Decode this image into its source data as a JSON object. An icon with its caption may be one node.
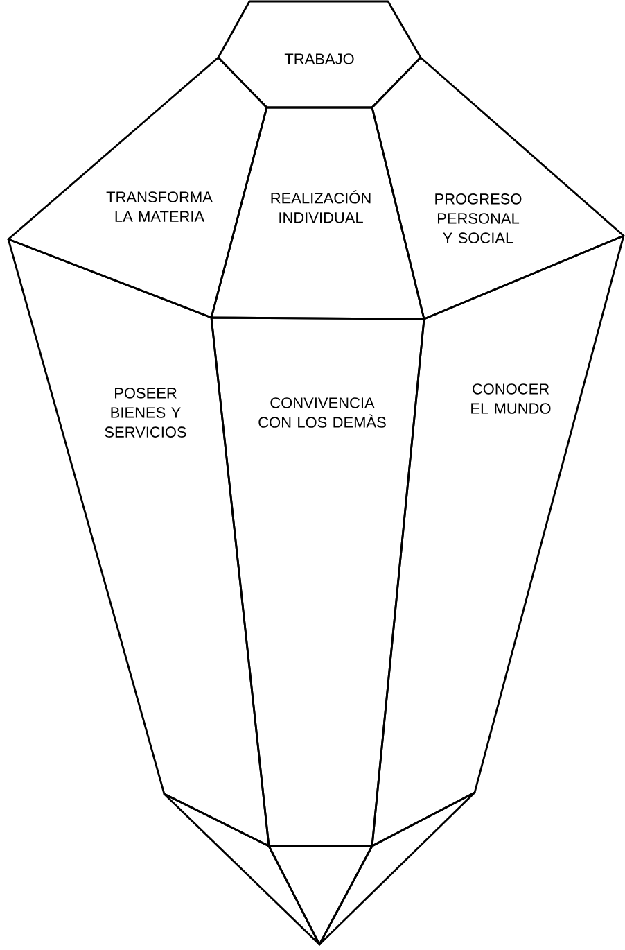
{
  "diagram": {
    "nodes": [
      {
        "text": [
          "TRABAJO"
        ]
      },
      {
        "text": [
          "TRANSFORMA LA MATERIA"
        ]
      },
      {
        "text": [
          "REALIZACIÓN INDIVIDUAL"
        ]
      },
      {
        "text": [
          "PROGRESO PERSONAL Y SOCIAL"
        ]
      },
      {
        "text": [
          "POSEER BIENES Y SERVICIOS"
        ]
      },
      {
        "text": [
          "CONVIVENCIA CON LOS DEMÀS"
        ]
      },
      {
        "text": [
          "CONOCER EL MUNDO"
        ]
      },
      {
        "text": [],
        "shape": "triangle"
      },
      {
        "text": [],
        "shape": "triangle"
      },
      {
        "text": [],
        "shape": "triangle"
      }
    ]
  }
}
